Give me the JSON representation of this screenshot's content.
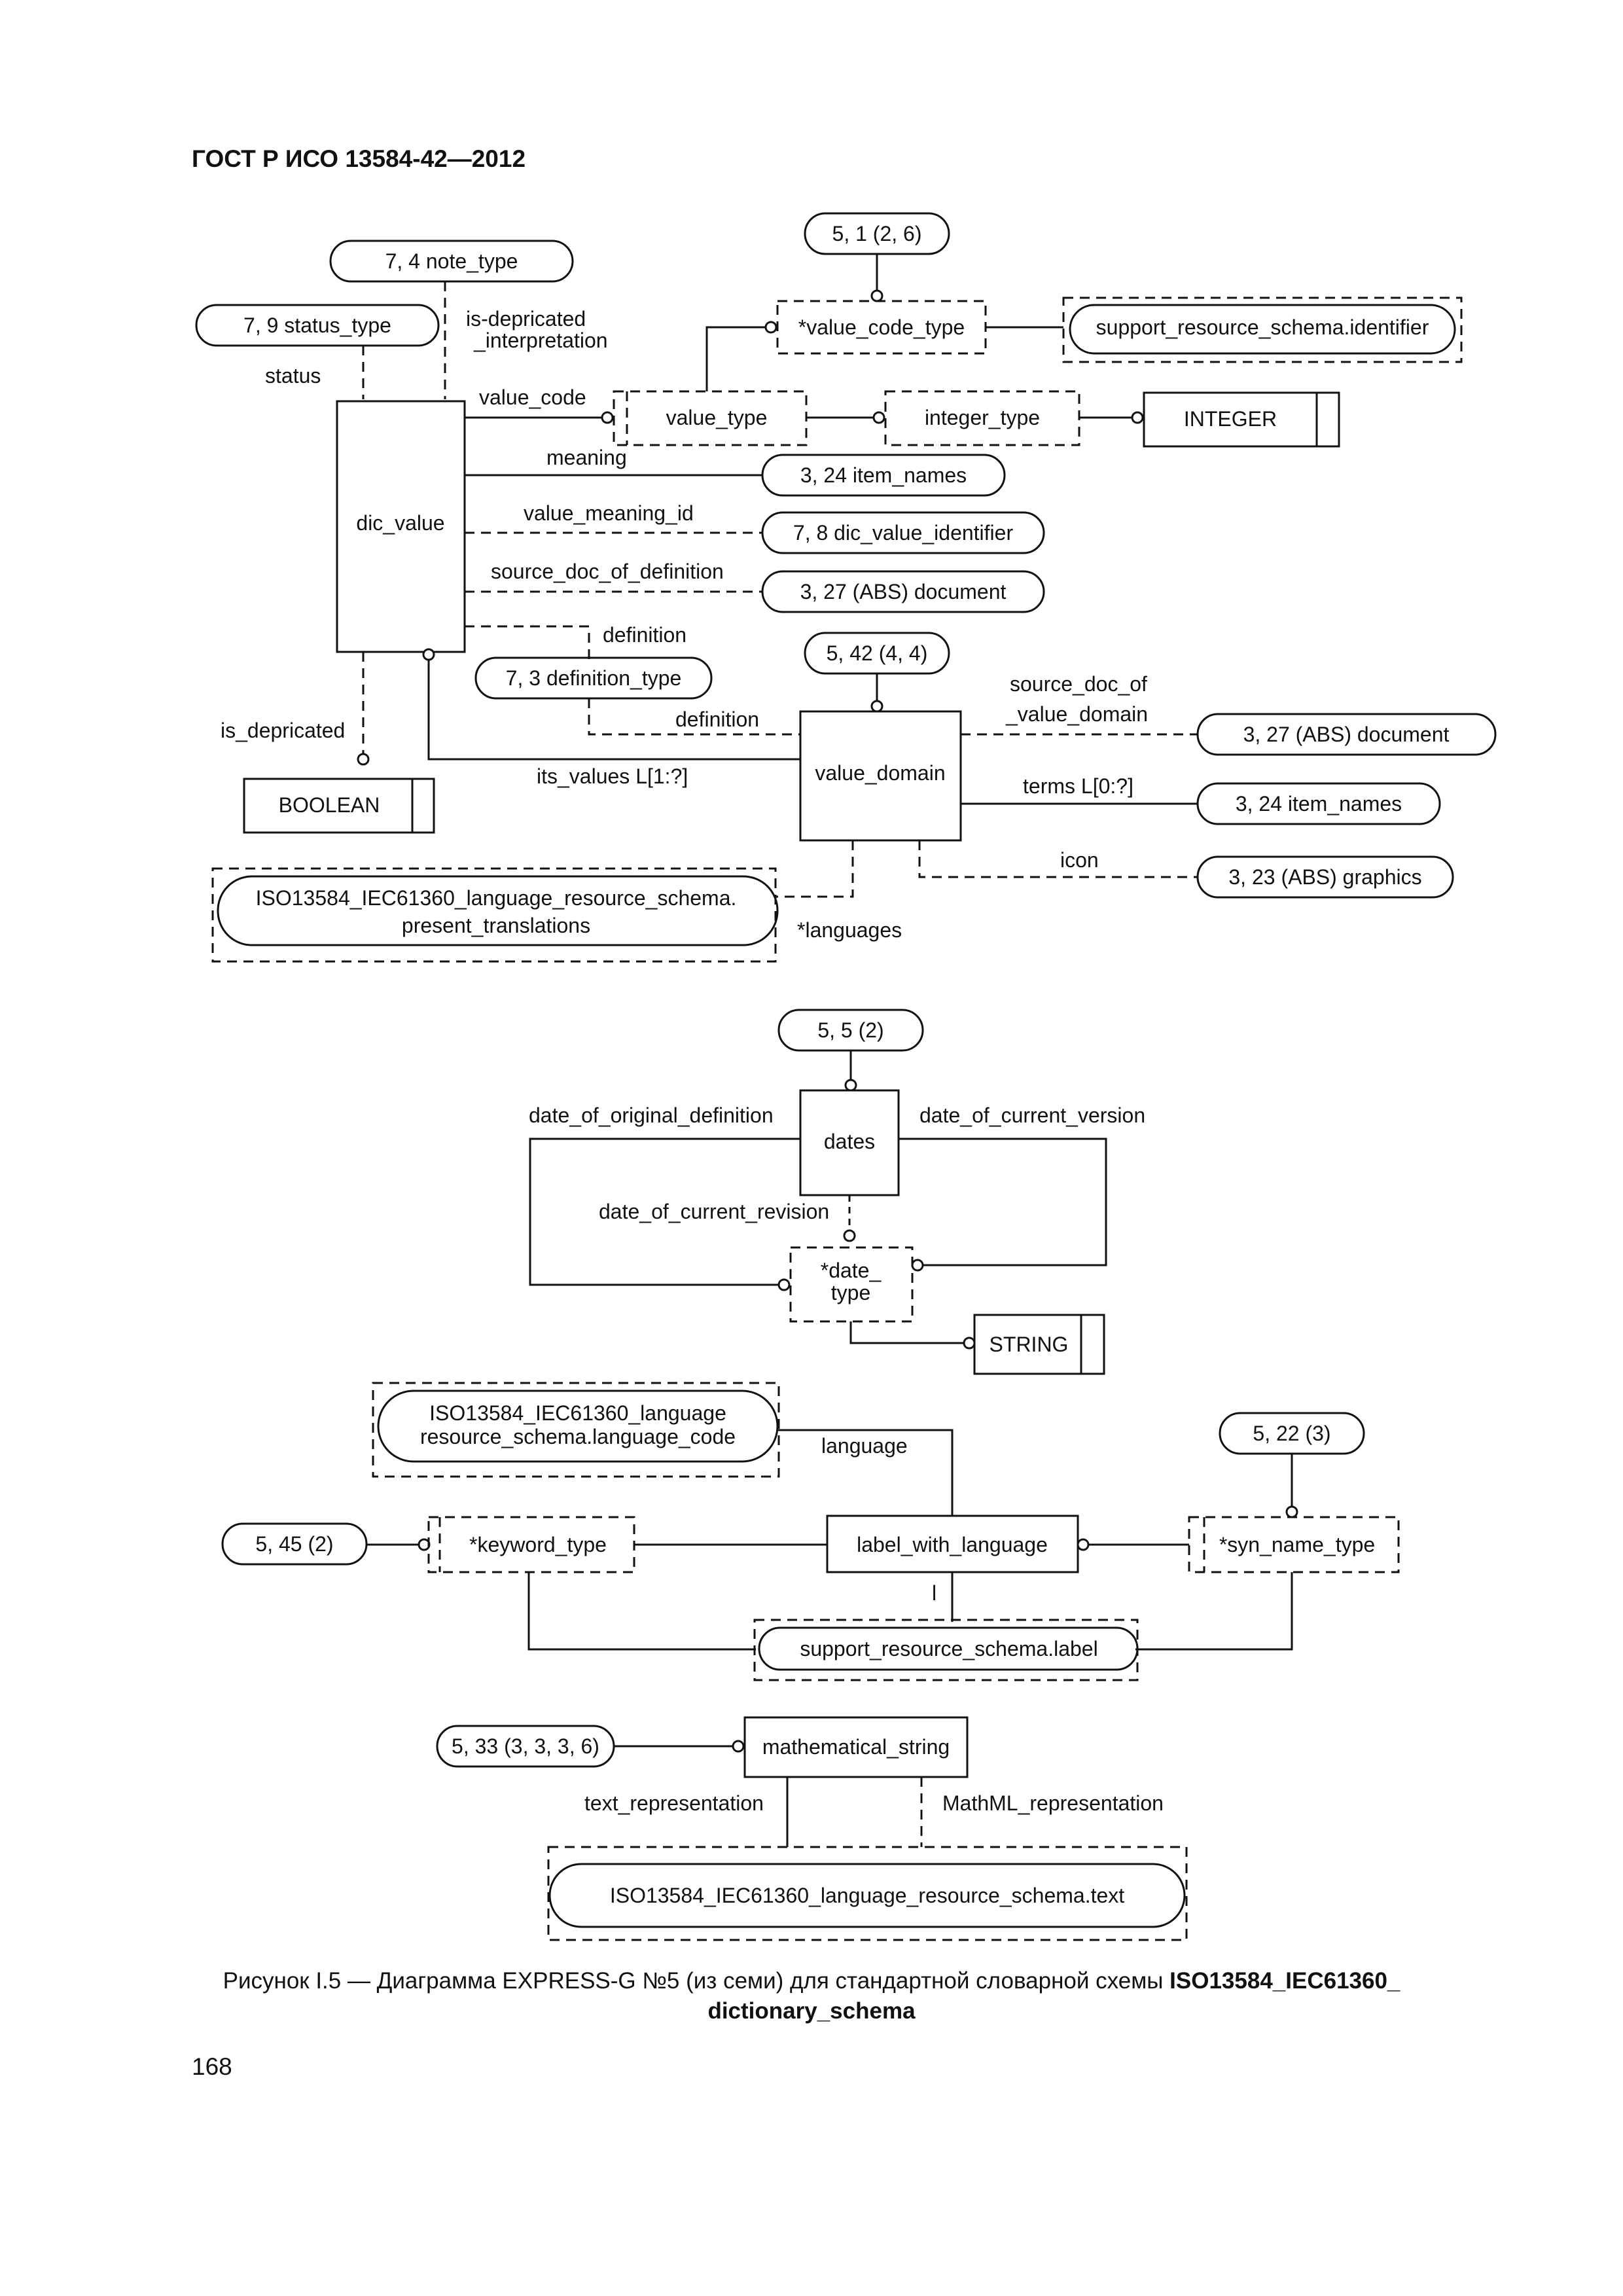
{
  "header": {
    "title": "ГОСТ Р ИСО 13584-42—2012"
  },
  "diagram": {
    "refs": {
      "r_note_type": "7, 4 note_type",
      "r_status_type": "7, 9 status_type",
      "r_51_26": "5, 1 (2, 6)",
      "r_item_names_1": "3, 24 item_names",
      "r_dic_value_identifier": "7, 8 dic_value_identifier",
      "r_abs_document_1": "3, 27 (ABS) document",
      "r_definition_type": "7, 3 definition_type",
      "r_542_44": "5, 42 (4, 4)",
      "r_abs_document_2": "3, 27 (ABS) document",
      "r_item_names_2": "3, 24 item_names",
      "r_abs_graphics": "3, 23 (ABS) graphics",
      "r_55_2": "5, 5 (2)",
      "r_522_3": "5, 22 (3)",
      "r_545_2": "5, 45 (2)",
      "r_533": "5, 33 (3, 3, 3, 6)"
    },
    "entities": {
      "dic_value": "dic_value",
      "value_domain": "value_domain",
      "dates": "dates",
      "label_with_language": "label_with_language",
      "mathematical_string": "mathematical_string"
    },
    "types": {
      "value_code_type": "*value_code_type",
      "value_type": "value_type",
      "integer_type": "integer_type",
      "date_type_1": "*date_",
      "date_type_2": "type",
      "keyword_type": "*keyword_type",
      "syn_name_type": "*syn_name_type"
    },
    "simple_types": {
      "integer": "INTEGER",
      "boolean": "BOOLEAN",
      "string": "STRING"
    },
    "schema_refs": {
      "support_identifier": "support_resource_schema.identifier",
      "present_translations_1": "ISO13584_IEC61360_language_resource_schema.",
      "present_translations_2": "present_translations",
      "language_code_1": "ISO13584_IEC61360_language",
      "language_code_2": "resource_schema.language_code",
      "support_label": "support_resource_schema.label",
      "lrs_text": "ISO13584_IEC61360_language_resource_schema.text"
    },
    "relations": {
      "is_depricated_interpretation_1": "is-depricated",
      "is_depricated_interpretation_2": "_interpretation",
      "status": "status",
      "value_code": "value_code",
      "meaning": "meaning",
      "value_meaning_id": "value_meaning_id",
      "source_doc_of_definition": "source_doc_of_definition",
      "definition_1": "definition",
      "definition_2": "definition",
      "is_depricated": "is_depricated",
      "its_values": "its_values L[1:?]",
      "source_doc_of_value_domain_1": "source_doc_of",
      "source_doc_of_value_domain_2": "_value_domain",
      "terms": "terms L[0:?]",
      "icon": "icon",
      "languages": "*languages",
      "date_of_original_definition": "date_of_original_definition",
      "date_of_current_version": "date_of_current_version",
      "date_of_current_revision": "date_of_current_revision",
      "language": "language",
      "l": "l",
      "text_representation": "text_representation",
      "mathml_representation": "MathML_representation"
    }
  },
  "caption": {
    "text": "Рисунок I.5 — Диаграмма EXPRESS-G №5 (из семи) для стандартной словарной схемы ",
    "bold_1": "ISO13584_IEC61360_",
    "bold_2": "dictionary_schema"
  },
  "page_number": "168"
}
